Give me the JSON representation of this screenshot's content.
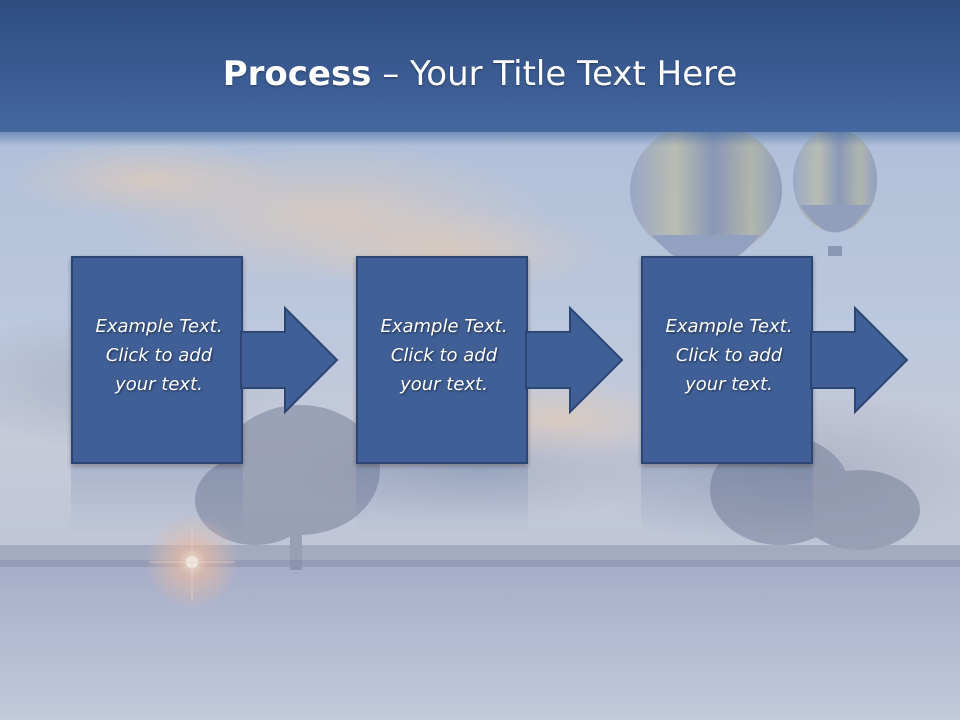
{
  "title": {
    "bold": "Process",
    "rest": " – Your Title Text Here"
  },
  "steps": [
    {
      "line1": "Example Text.",
      "line2": "Click  to add",
      "line3": "your text."
    },
    {
      "line1": "Example Text.",
      "line2": "Click  to add",
      "line3": "your text."
    },
    {
      "line1": "Example Text.",
      "line2": "Click  to add",
      "line3": "your text."
    }
  ],
  "colors": {
    "box_fill": "#3f5f96",
    "box_border": "#2c4674",
    "title_band": "#3b5c93"
  },
  "icons": [
    "arrow-right-icon",
    "hot-air-balloon-image",
    "tree-image",
    "sun-image"
  ]
}
